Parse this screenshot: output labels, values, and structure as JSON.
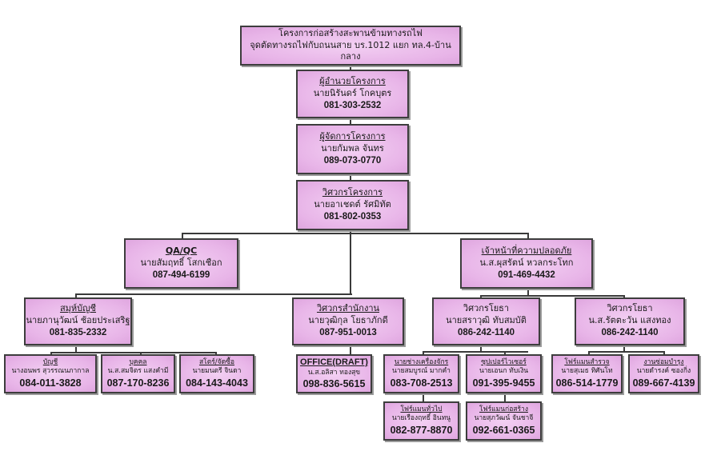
{
  "header": {
    "line1": "โครงการก่อสร้างสะพานข้ามทางรถไฟ",
    "line2": "จุดตัดทางรถไฟกับถนนสาย บร.1012 แยก ทล.4-บ้านกลาง"
  },
  "colors": {
    "box_fill": "#e8b5e8",
    "box_border": "#3d3d3d",
    "connector": "#3a3a3a"
  },
  "nodes": {
    "director": {
      "title": "ผู้อำนวยโครงการ",
      "name": "นายนิรันดร์ โกคบุตร",
      "phone": "081-303-2532"
    },
    "manager": {
      "title": "ผู้จัดการโครงการ",
      "name": "นายกัมพล จันทร",
      "phone": "089-073-0770"
    },
    "engineer": {
      "title": "วิศวกรโครงการ",
      "name": "นายอาเชดต์ รัศมิทัต",
      "phone": "081-802-0353"
    },
    "qaqc": {
      "title": "QA/QC",
      "name": "นายสัมฤทธิ์  โสกเชือก",
      "phone": "087-494-6199"
    },
    "safety": {
      "title": "เจ้าหน้าที่ความปลอดภัย",
      "name": "น.ส.ผุสรัตน์ หวลกระโทก",
      "phone": "091-469-4432"
    },
    "chief_acct": {
      "title": "สมุห์บัญชี",
      "name": "นายภานุวัฒน์ ช้อยประเสริฐ",
      "phone": "081-835-2332"
    },
    "office_eng": {
      "title": "วิศวกรสำนักงาน",
      "name": "นายวุฒิกุล โยธาภักดี",
      "phone": "087-951-0013"
    },
    "civil_eng1": {
      "title": "วิศวกรโยธา",
      "name": "นายสราวุฒิ  ทับสมบัติ",
      "phone": "086-242-1140"
    },
    "civil_eng2": {
      "title": "วิศวกรโยธา",
      "name": "น.ส.รัตตะวัน  แสงทอง",
      "phone": "086-242-1140"
    },
    "accounting": {
      "title": "บัญชี",
      "name": "นางอนพร สุวรรณนภากาล",
      "phone": "084-011-3828"
    },
    "personnel": {
      "title": "บุคคล",
      "name": "น.ส.สมจิตร แสงคำมี",
      "phone": "087-170-8236"
    },
    "store": {
      "title": "สโตร์/จัดซื้อ",
      "name": "นายมนตรี จินดา",
      "phone": "084-143-4043"
    },
    "office_draft": {
      "title": "OFFICE(DRAFT)",
      "name": "น.ส.อลิสา ทองสุข",
      "phone": "098-836-5615"
    },
    "machinery": {
      "title": "นายช่างเครื่องจักร",
      "name": "นายสมบูรณ์ มากคำ",
      "phone": "083-708-2513"
    },
    "supervisor": {
      "title": "ซุปเปอร์ไวเซอร์",
      "name": "นายเอนก ทับเงิน",
      "phone": "091-395-9455"
    },
    "survey": {
      "title": "โฟร์แมนสำรวจ",
      "name": "นายสุเมธ ทิศันโท",
      "phone": "086-514-1779"
    },
    "maintenance": {
      "title": "งานซ่อมบำรุง",
      "name": "นายดำรงค์ ซองกิ่ง",
      "phone": "089-667-4139"
    },
    "general_fm": {
      "title": "โฟร์แมนทั่วไป",
      "name": "นายเรืองฤทธิ์ อินทนู",
      "phone": "082-877-8870"
    },
    "constr_fm": {
      "title": "โฟร์แมนก่อสร้าง",
      "name": "นายสุภวัฒน์ จันชาจี",
      "phone": "092-661-0365"
    }
  }
}
